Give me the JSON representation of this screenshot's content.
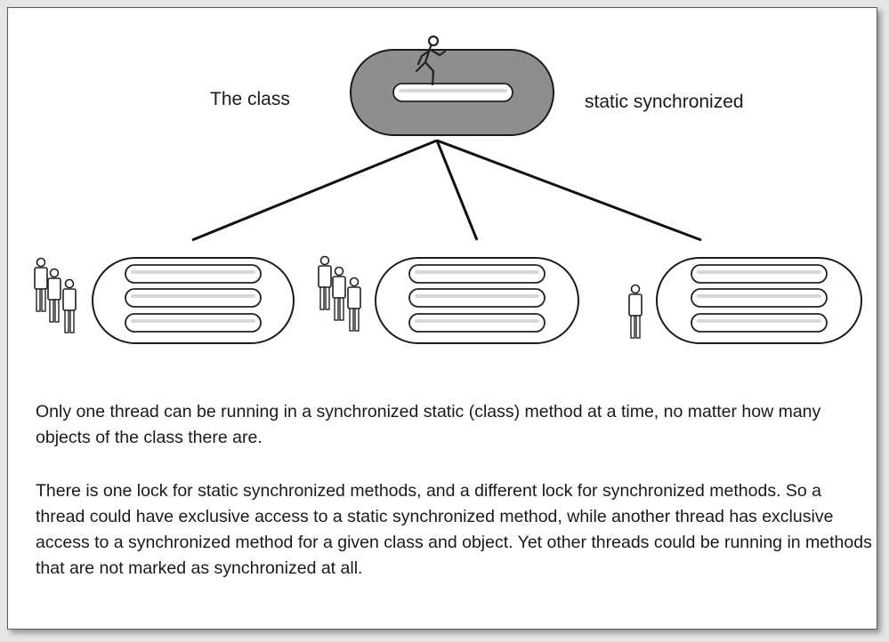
{
  "labels": {
    "class_label": "The class",
    "static_label": "static synchronized"
  },
  "captions": {
    "paragraph_1": "Only one thread can be running in a synchronized static (class) method at a time, no matter how many objects of the class there are.",
    "paragraph_2": "There is one lock for static synchronized methods, and a different lock for synchronized methods. So a thread could have exclusive access to a static synchronized method, while another thread has exclusive access to a synchronized method for a given class and object. Yet other threads could be running in methods that are not marked as synchronized at all."
  },
  "diagram": {
    "class_node": {
      "fill": "#8e8e8e",
      "stroke": "#1a1a1a",
      "icon": "running-thread-icon"
    },
    "objects": [
      {
        "waiting_threads": 3,
        "methods": 3
      },
      {
        "waiting_threads": 3,
        "methods": 3
      },
      {
        "waiting_threads": 1,
        "methods": 3
      }
    ]
  }
}
